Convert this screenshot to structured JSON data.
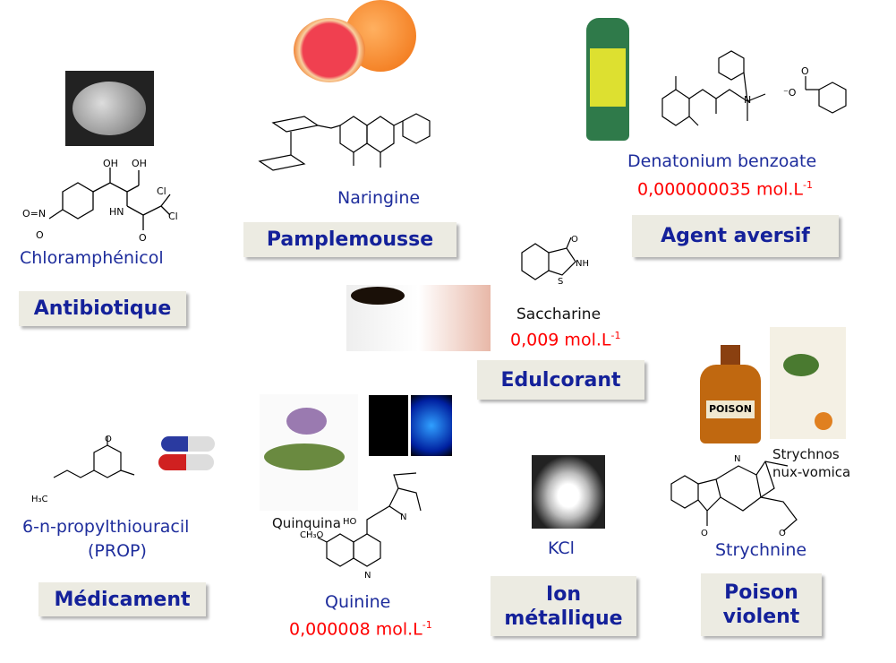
{
  "categories": {
    "antibiotique": "Antibiotique",
    "pamplemousse": "Pamplemousse",
    "agent_aversif": "Agent aversif",
    "edulcorant": "Edulcorant",
    "medicament": "Médicament",
    "ion_metallique": "Ion métallique",
    "poison_violent": "Poison violent"
  },
  "compounds": {
    "chloramphenicol": "Chloramphénicol",
    "naringine": "Naringine",
    "denatonium": "Denatonium  benzoate",
    "denatonium_conc": "0,000000035  mol.L",
    "saccharine": "Saccharine",
    "saccharine_conc": "0,009 mol.L",
    "prop_name": "6-n-propylthiouracil",
    "prop_abbr": "(PROP)",
    "quinquina": "Quinquina",
    "quinine": "Quinine",
    "quinine_conc": "0,000008  mol.L",
    "kcl": "KCl",
    "strychnos": "Strychnos",
    "nux_vomica": "nux-vomica",
    "strychnine": "Strychnine",
    "exponent": "-1"
  },
  "bottle_label": "POISON",
  "colors": {
    "box_bg": "#ecebe2",
    "box_text": "#14219a",
    "name": "#1e2d9c",
    "conc": "#ff0000"
  }
}
